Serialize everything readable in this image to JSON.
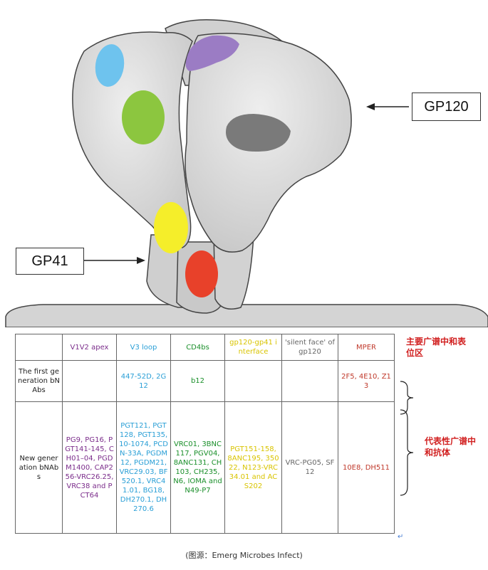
{
  "figure": {
    "gp120_label": "GP120",
    "gp41_label": "GP41"
  },
  "table": {
    "headers": [
      "",
      "V1V2 apex",
      "V3 loop",
      "CD4bs",
      "gp120-gp41 interface",
      "'silent face' of gp120",
      "MPER"
    ],
    "rows": [
      {
        "label": "The first generation bNAbs",
        "cells": [
          "",
          "447-52D, 2G12",
          "b12",
          "",
          "",
          "2F5, 4E10, Z13"
        ]
      },
      {
        "label": "New generation bNAbs",
        "cells": [
          "PG9, PG16, PGT141-145, CH01–04, PGDM1400, CAP256-VRC26.25, VRC38 and PCT64",
          "PGT121, PGT128, PGT135, 10-1074, PCDN-33A, PGDM12, PGDM21, VRC29.03, BF520.1, VRC41.01, BG18, DH270.1, DH270.6",
          "VRC01, 3BNC117, PGV04, 8ANC131, CH103, CH235, N6, IOMA and N49-P7",
          "PGT151-158, 8ANC195, 35022, N123-VRC34.01 and ACS202",
          "VRC-PG05, SF12",
          "10E8, DH511"
        ]
      }
    ],
    "end_mark": "↵"
  },
  "side_labels": {
    "epitope_region": "主要广谱中和表位区",
    "representative_antibodies": "代表性广谱中和抗体"
  },
  "caption": "(图源：Emerg Microbes Infect)",
  "colors": {
    "blue_epitope": "#6ec3ee",
    "green_epitope": "#8cc63f",
    "purple_epitope": "#9b7cc4",
    "yellow_epitope": "#f5ee2a",
    "red_epitope": "#e8412a",
    "gray_silent_face": "#7a7a7a",
    "protein_body": "#d9d9d9",
    "label_red": "#d11f1f"
  }
}
